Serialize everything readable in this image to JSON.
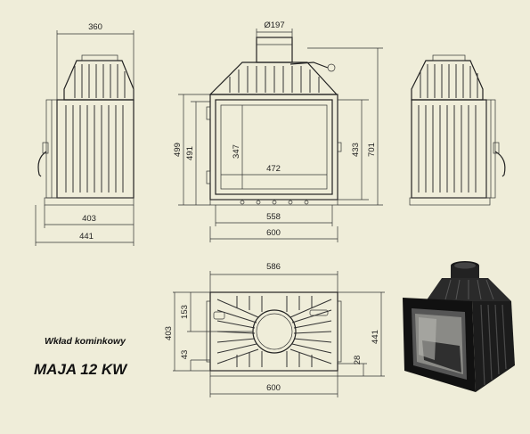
{
  "front_view": {
    "top_pipe": "Ø197",
    "height_total": "701",
    "height_door_frame": "433",
    "height_body": "499",
    "height_inner": "491",
    "glass_height": "347",
    "glass_width": "472",
    "frame_width": "558",
    "total_width": "600"
  },
  "side_view": {
    "top_depth": "360",
    "bottom_depth": "403",
    "total_depth": "441"
  },
  "top_view": {
    "width_top": "586",
    "width_bottom": "600",
    "depth_left": "403",
    "depth_right": "441",
    "offset_pipe": "153",
    "offset_low": "43",
    "offset_right": "28"
  },
  "caption": {
    "subtitle": "Wkład kominkowy",
    "title": "MAJA 12 KW"
  }
}
